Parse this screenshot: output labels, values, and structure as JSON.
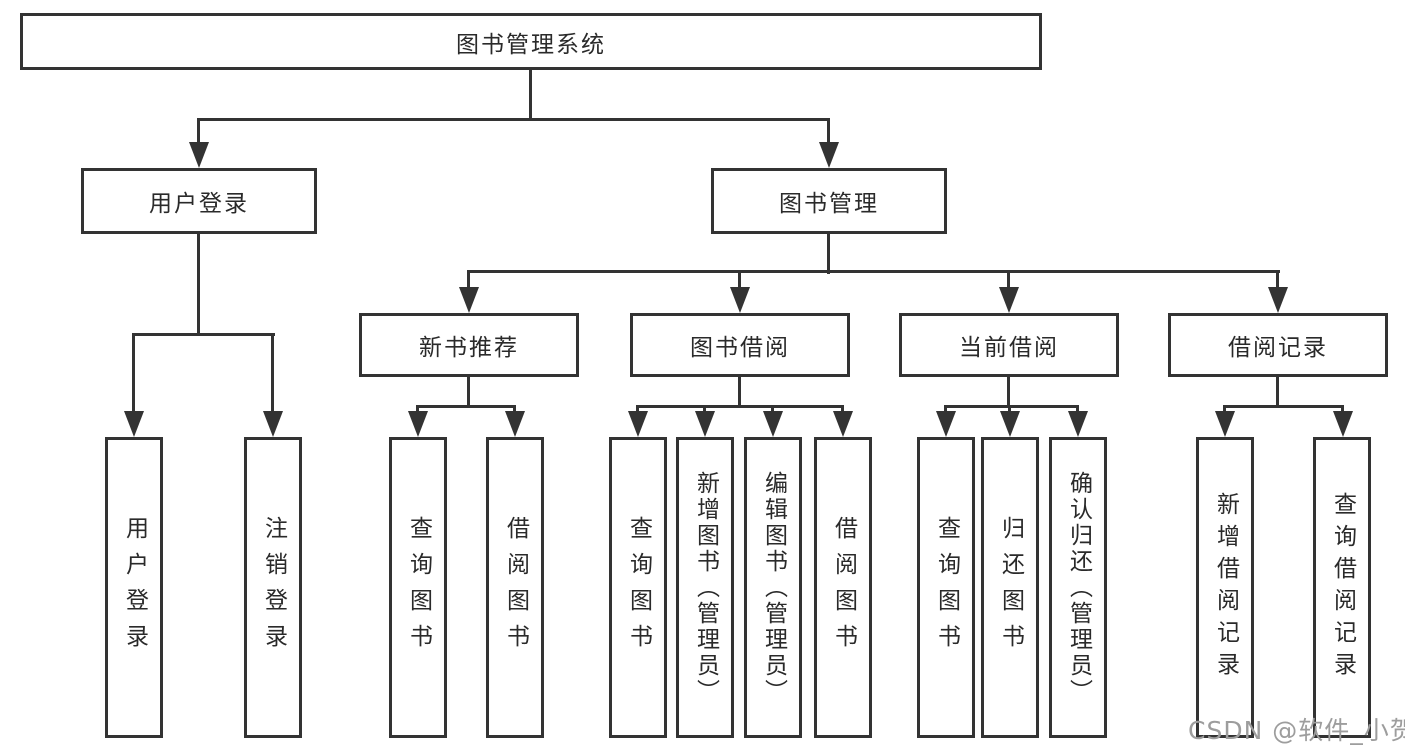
{
  "title": "图书管理系统",
  "colors": {
    "line": "#333333",
    "text": "#2a2a2a",
    "watermark": "#9d9d9d",
    "background": "#ffffff"
  },
  "nodes": {
    "root": "图书管理系统",
    "user_login": "用户登录",
    "book_management": "图书管理",
    "leaf_user_login": "用户登录",
    "leaf_logout": "注销登录",
    "new_book_recommend": "新书推荐",
    "book_borrowing": "图书借阅",
    "current_borrowing": "当前借阅",
    "borrowing_records": "借阅记录",
    "rec_query_books": "查询图书",
    "rec_borrow_books": "借阅图书",
    "borrow_query_books": "查询图书",
    "borrow_add_books": "新增图书（管理员）",
    "borrow_edit_books": "编辑图书（管理员）",
    "borrow_borrow_books": "借阅图书",
    "current_query_books": "查询图书",
    "current_return_books": "归还图书",
    "current_confirm_return": "确认归还（管理员）",
    "records_add_record": "新增借阅记录",
    "records_query_record": "查询借阅记录"
  },
  "watermark": "CSDN @软件_小贺同学"
}
